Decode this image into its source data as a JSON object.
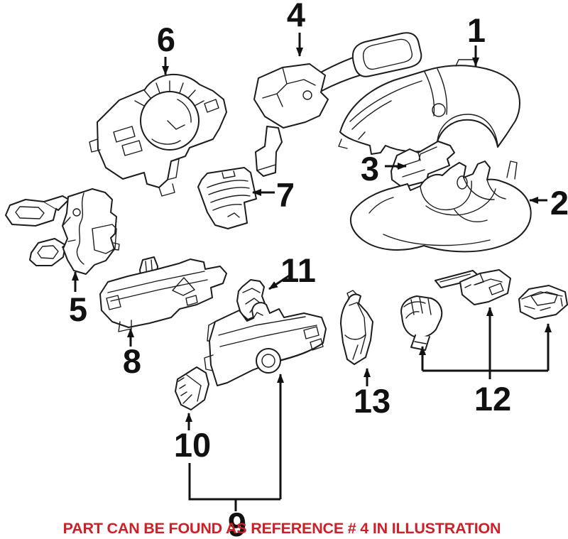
{
  "diagram": {
    "type": "exploded-parts-illustration",
    "subject": "steering column covers and switch components",
    "background": "#ffffff",
    "line_color": "#1c1c1c",
    "arrow_color": "#111111",
    "caption": {
      "text": "PART CAN BE FOUND AS REFERENCE # 4 IN ILLUSTRATION",
      "color": "#cc2128"
    },
    "callouts": [
      {
        "label": "1"
      },
      {
        "label": "2"
      },
      {
        "label": "3"
      },
      {
        "label": "4"
      },
      {
        "label": "5"
      },
      {
        "label": "6"
      },
      {
        "label": "7"
      },
      {
        "label": "8"
      },
      {
        "label": "9"
      },
      {
        "label": "10"
      },
      {
        "label": "11"
      },
      {
        "label": "12"
      },
      {
        "label": "13"
      }
    ]
  }
}
